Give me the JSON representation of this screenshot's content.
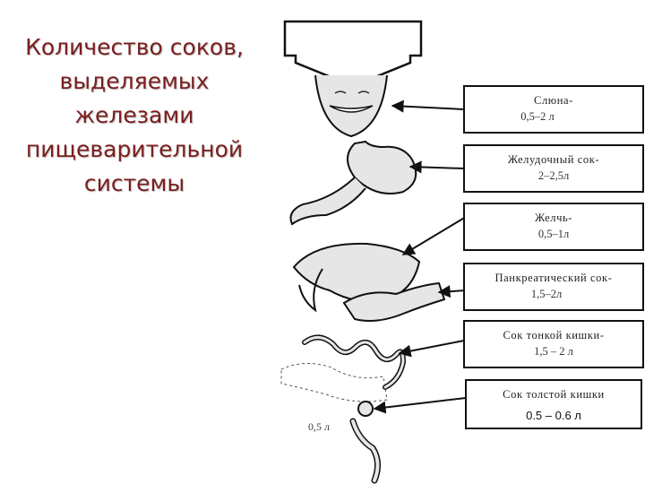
{
  "title": {
    "lines": [
      "Количество соков,",
      "выделяемых",
      "железами",
      "пищеварительной",
      "системы"
    ]
  },
  "boxes": [
    {
      "label": "Слюна-",
      "value": "0,5–2 л"
    },
    {
      "label": "Желудочный сок-",
      "value": "2–2,5л"
    },
    {
      "label": "Желчь-",
      "value": "0,5–1л"
    },
    {
      "label": "Панкреатический сок-",
      "value": "1,5–2л"
    },
    {
      "label": "Сок тонкой кишки-",
      "value": "1,5 – 2 л"
    },
    {
      "label": "Сок толстой кишки",
      "value": "0.5 – 0.6 л"
    }
  ],
  "rectum_value": "0,5 л",
  "colors": {
    "title": "#7b1e1e",
    "lines": "#111111",
    "organ_fill": "#e6e6e6"
  }
}
